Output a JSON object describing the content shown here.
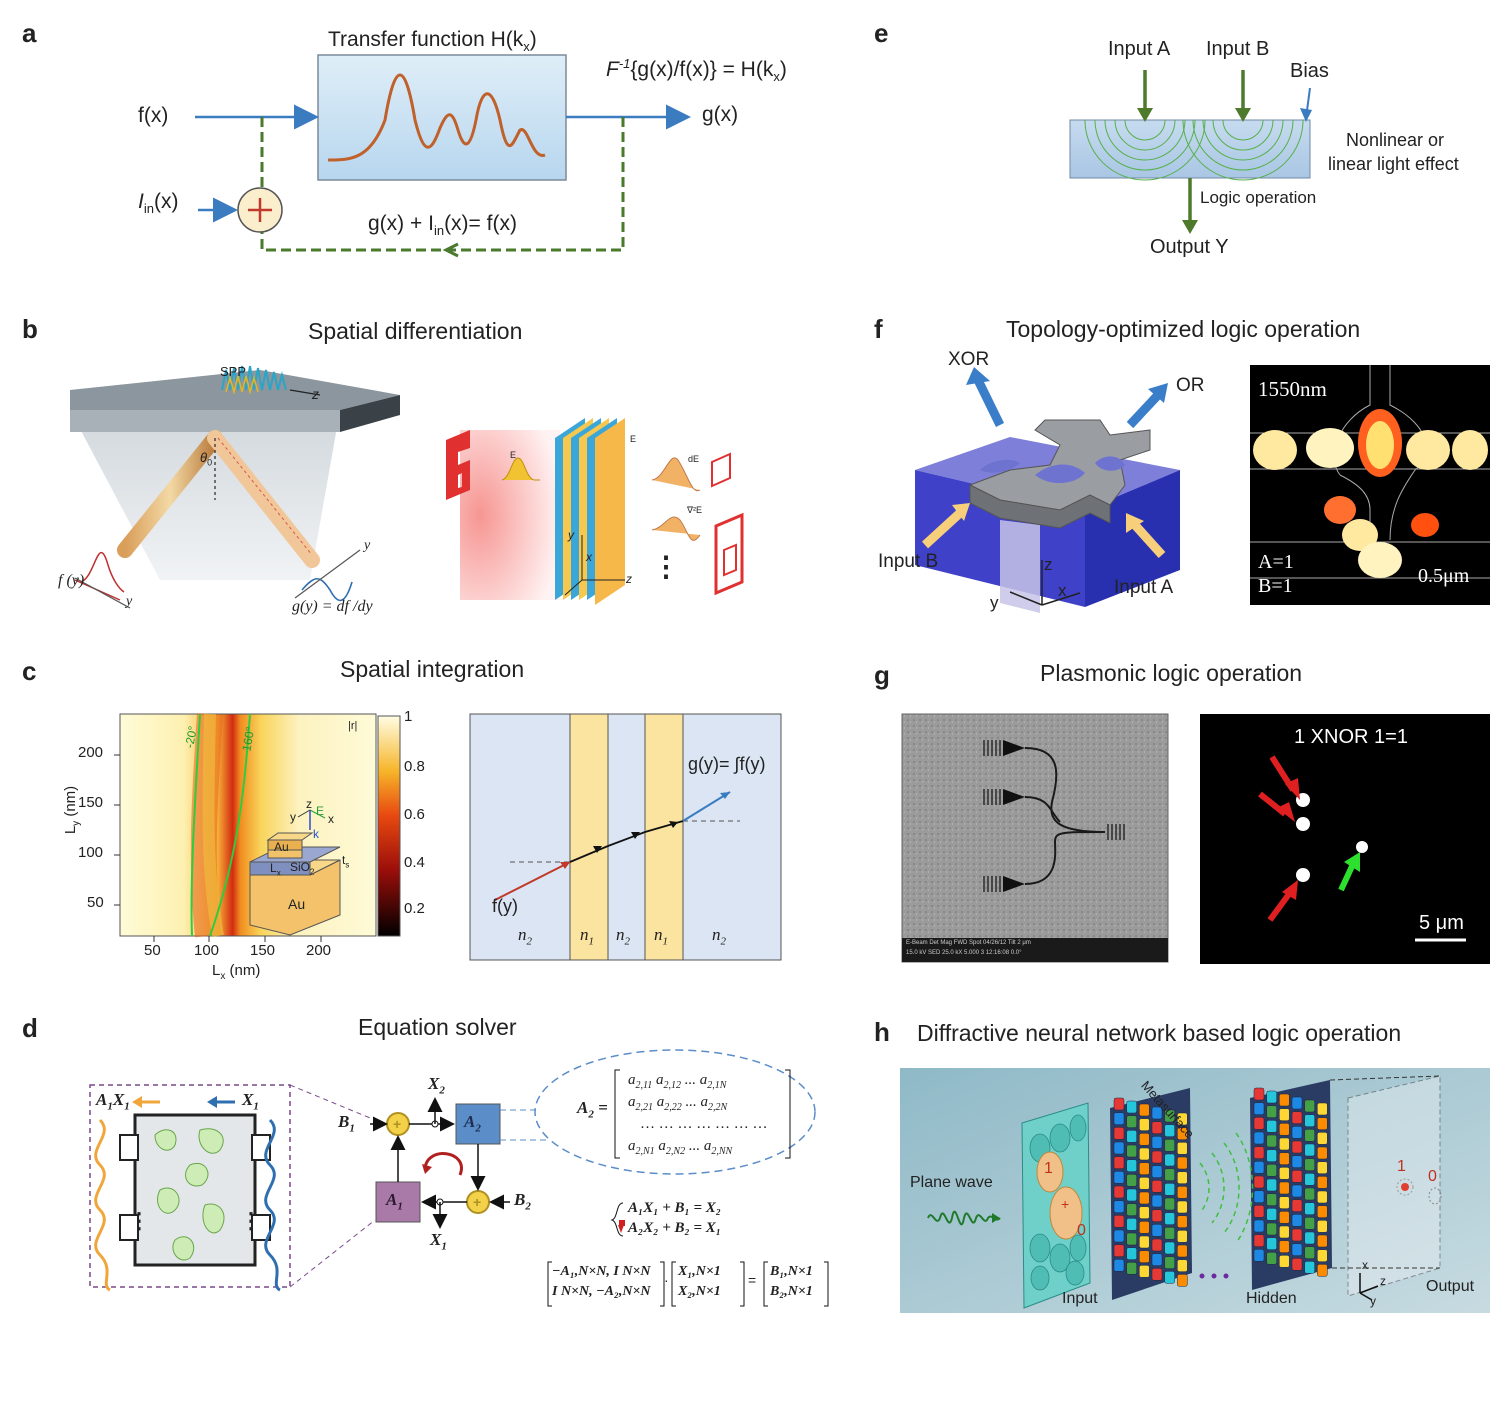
{
  "panel_labels": {
    "a": "a",
    "b": "b",
    "c": "c",
    "d": "d",
    "e": "e",
    "f": "f",
    "g": "g",
    "h": "h"
  },
  "titles": {
    "b": "Spatial differentiation",
    "c": "Spatial integration",
    "d": "Equation solver",
    "f": "Topology-optimized  logic operation",
    "g": "Plasmonic logic operation",
    "h": "Diffractive neural network based logic operation"
  },
  "panel_a": {
    "transfer_title": "Transfer function H(k",
    "transfer_sub": "x",
    "transfer_close": ")",
    "inverse_eq": "F",
    "inverse_sup": "-1",
    "inverse_rest": "{g(x)/f(x)} = H(k",
    "inverse_sub": "x",
    "inverse_close": ")",
    "input": "f(x)",
    "output": "g(x)",
    "source_I": "I",
    "source_sub": "in",
    "source_rest": "(x)",
    "feedback_1": "g(x) + I",
    "feedback_sub": "in",
    "feedback_2": "(x)= f(x)"
  },
  "panel_b": {
    "spp": "SPP",
    "z": "z",
    "theta": "θ",
    "theta_sub": "0",
    "fy": "f (y)",
    "y1": "y",
    "y2": "y",
    "gy": "g(y) = df /dy",
    "dots": "⋮",
    "e_in": "E",
    "e_out": "E",
    "de_dx": "dE",
    "d2e": "∇²E",
    "axis_x": "x",
    "axis_y": "y",
    "axis_z": "z"
  },
  "panel_c": {
    "ylabel": "L",
    "ylabel_sub": "y",
    "ylabel_unit": " (nm)",
    "xlabel": "L",
    "xlabel_sub": "x",
    "xlabel_unit": " (nm)",
    "yticks": [
      "200",
      "150",
      "100",
      "50"
    ],
    "xticks": [
      "50",
      "100",
      "150",
      "200"
    ],
    "cbar_title": "|r|",
    "cbar_ticks": [
      "1",
      "0.8",
      "0.6",
      "0.4",
      "0.2"
    ],
    "contour_1": "-20°",
    "contour_2": "160°",
    "inset_au_top": "Au",
    "inset_sio2": "SiO",
    "inset_sio2_sub": "2",
    "inset_au_bot": "Au",
    "inset_lx": "L",
    "inset_lx_sub": "x",
    "inset_ts": "t",
    "inset_ts_sub": "s",
    "inset_z": "z",
    "inset_x": "x",
    "inset_y": "y",
    "inset_E": "E",
    "inset_k": "k",
    "layers": [
      "n",
      "n",
      "n",
      "n",
      "n"
    ],
    "layer_subs": [
      "2",
      "1",
      "2",
      "1",
      "2"
    ],
    "fy": "f(y)",
    "gy": "g(y)= ∫f(y)"
  },
  "panel_d": {
    "A1X1": "A",
    "A1X1_s1": "1",
    "A1X1_x": "X",
    "A1X1_s2": "1",
    "X1": "X",
    "X1_s": "1",
    "B1": "B",
    "B1_s": "1",
    "B2": "B",
    "B2_s": "2",
    "X2": "X",
    "X2_s": "2",
    "X1b": "X",
    "X1b_s": "1",
    "A1": "A",
    "A1_s": "1",
    "A2": "A",
    "A2_s": "2",
    "matrix_lhs": "A",
    "matrix_lhs_s": "2",
    "matrix_rows": [
      [
        "a",
        "2,11",
        "a",
        "2,12",
        "...",
        "a",
        "2,1N"
      ],
      [
        "a",
        "2,21",
        "a",
        "2,22",
        "...",
        "a",
        "2,2N"
      ],
      [
        "… … … … … … …"
      ],
      [
        "a",
        "2,N1",
        "a",
        "2,N2",
        "...",
        "a",
        "2,NN"
      ]
    ],
    "eq1": "A₁X₁ + B₁ = X₂",
    "eq2": "A₂X₂ + B₂ = X₁",
    "eq_matrix_l1": "−A₁,N×N, I N×N",
    "eq_matrix_l2": "I N×N, −A₂,N×N",
    "eq_vec1": "X₁,N×1",
    "eq_vec2": "X₂,N×1",
    "eq_rhs1": "B₁,N×1",
    "eq_rhs2": "B₂,N×1",
    "dots": "⋮"
  },
  "panel_e": {
    "input_a": "Input A",
    "input_b": "Input B",
    "bias": "Bias",
    "effect_1": "Nonlinear or",
    "effect_2": "linear light effect",
    "logic": "Logic operation",
    "output": "Output Y"
  },
  "panel_f": {
    "xor": "XOR",
    "or": "OR",
    "input_b": "Input B",
    "input_a": "Input A",
    "z": "z",
    "x": "x",
    "y": "y",
    "wavelength": "1550nm",
    "a_val": "A=1",
    "b_val": "B=1",
    "scale": "0.5μm"
  },
  "panel_g": {
    "sem_footer": "E-Beam  Det   Mag   FWD  Spot  04/26/12   Tilt            2 μm",
    "sem_footer2": "15.0 kV  SED  25.0 kX 5.000   3   12:16:08   0.0°",
    "result": "1 XNOR 1=1",
    "scale": "5 μm"
  },
  "panel_h": {
    "plane_wave": "Plane wave",
    "input": "Input",
    "metasurface": "Metasurface",
    "hidden": "Hidden",
    "output": "Output",
    "one": "1",
    "zero": "0",
    "in_one": "1",
    "in_zero": "0",
    "plus": "+",
    "ax_x": "x",
    "ax_y": "y",
    "ax_z": "z"
  },
  "colors": {
    "arrow_blue": "#3b7bc0",
    "feedback_green": "#4a7a2c",
    "orange_curve": "#c0602a",
    "box_blue": "#cfe3f2"
  }
}
